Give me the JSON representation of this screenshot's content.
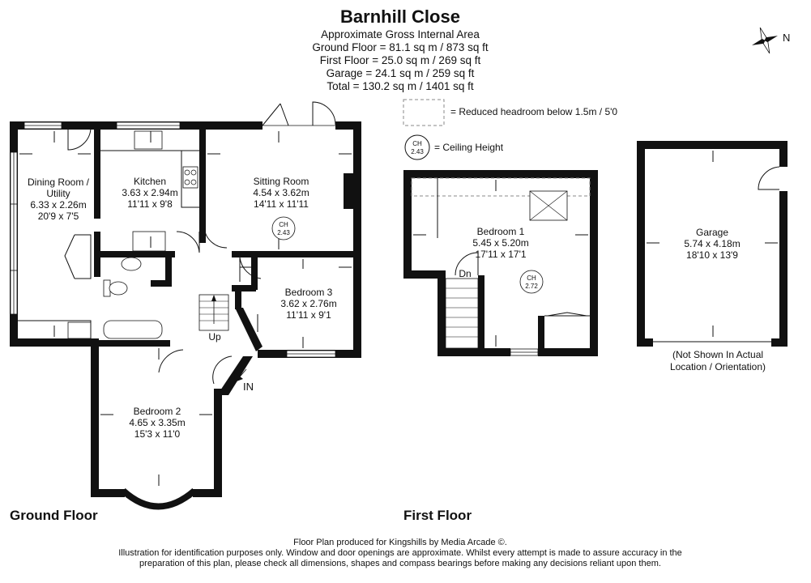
{
  "header": {
    "title": "Barnhill Close",
    "area_heading": "Approximate Gross Internal Area",
    "ground_floor": "Ground Floor = 81.1 sq m / 873 sq ft",
    "first_floor": "First Floor = 25.0 sq m / 269 sq ft",
    "garage": "Garage = 24.1 sq m / 259 sq ft",
    "total": "Total = 130.2 sq m / 1401 sq ft"
  },
  "compass": {
    "label": "N"
  },
  "legend": {
    "reduced_headroom": "= Reduced headroom below 1.5m / 5'0",
    "ceiling_height": "= Ceiling Height",
    "ch_badge_label": "CH",
    "ch_badge_value": "2.43"
  },
  "ground_floor": {
    "label": "Ground Floor",
    "rooms": {
      "dining": {
        "name_1": "Dining Room /",
        "name_2": "Utility",
        "metric": "6.33 x 2.26m",
        "imperial": "20'9 x 7'5"
      },
      "kitchen": {
        "name": "Kitchen",
        "metric": "3.63 x 2.94m",
        "imperial": "11'11 x 9'8"
      },
      "sitting": {
        "name": "Sitting Room",
        "metric": "4.54 x 3.62m",
        "imperial": "14'11 x 11'11",
        "ch_label": "CH",
        "ch_value": "2.43"
      },
      "bedroom3": {
        "name": "Bedroom 3",
        "metric": "3.62 x 2.76m",
        "imperial": "11'11 x 9'1"
      },
      "bedroom2": {
        "name": "Bedroom 2",
        "metric": "4.65 x 3.35m",
        "imperial": "15'3 x 11'0"
      }
    },
    "stairs_label": "Up",
    "entrance_label": "IN"
  },
  "first_floor": {
    "label": "First Floor",
    "rooms": {
      "bedroom1": {
        "name": "Bedroom 1",
        "metric": "5.45 x 5.20m",
        "imperial": "17'11 x 17'1",
        "ch_label": "CH",
        "ch_value": "2.72"
      }
    },
    "stairs_label": "Dn"
  },
  "garage": {
    "name": "Garage",
    "metric": "5.74 x 4.18m",
    "imperial": "18'10 x 13'9",
    "note_1": "(Not Shown In Actual",
    "note_2": "Location / Orientation)"
  },
  "footer": {
    "line_1": "Floor Plan produced for Kingshills by Media Arcade ©.",
    "line_2": "Illustration for identification purposes only. Window and door openings are approximate. Whilst every attempt is made to assure accuracy in the",
    "line_3": "preparation of this plan, please check all dimensions, shapes and compass bearings before making any decisions reliant upon them."
  }
}
